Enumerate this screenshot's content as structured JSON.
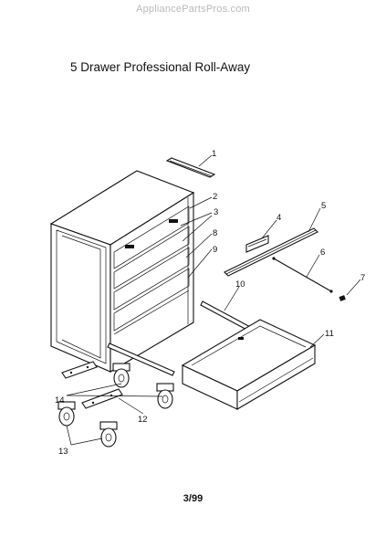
{
  "watermark": "AppliancePartsPros.com",
  "title": "5 Drawer Professional Roll-Away",
  "footer": "3/99",
  "callouts": [
    "1",
    "2",
    "3",
    "4",
    "5",
    "6",
    "7",
    "8",
    "9",
    "10",
    "11",
    "12",
    "13",
    "14"
  ]
}
